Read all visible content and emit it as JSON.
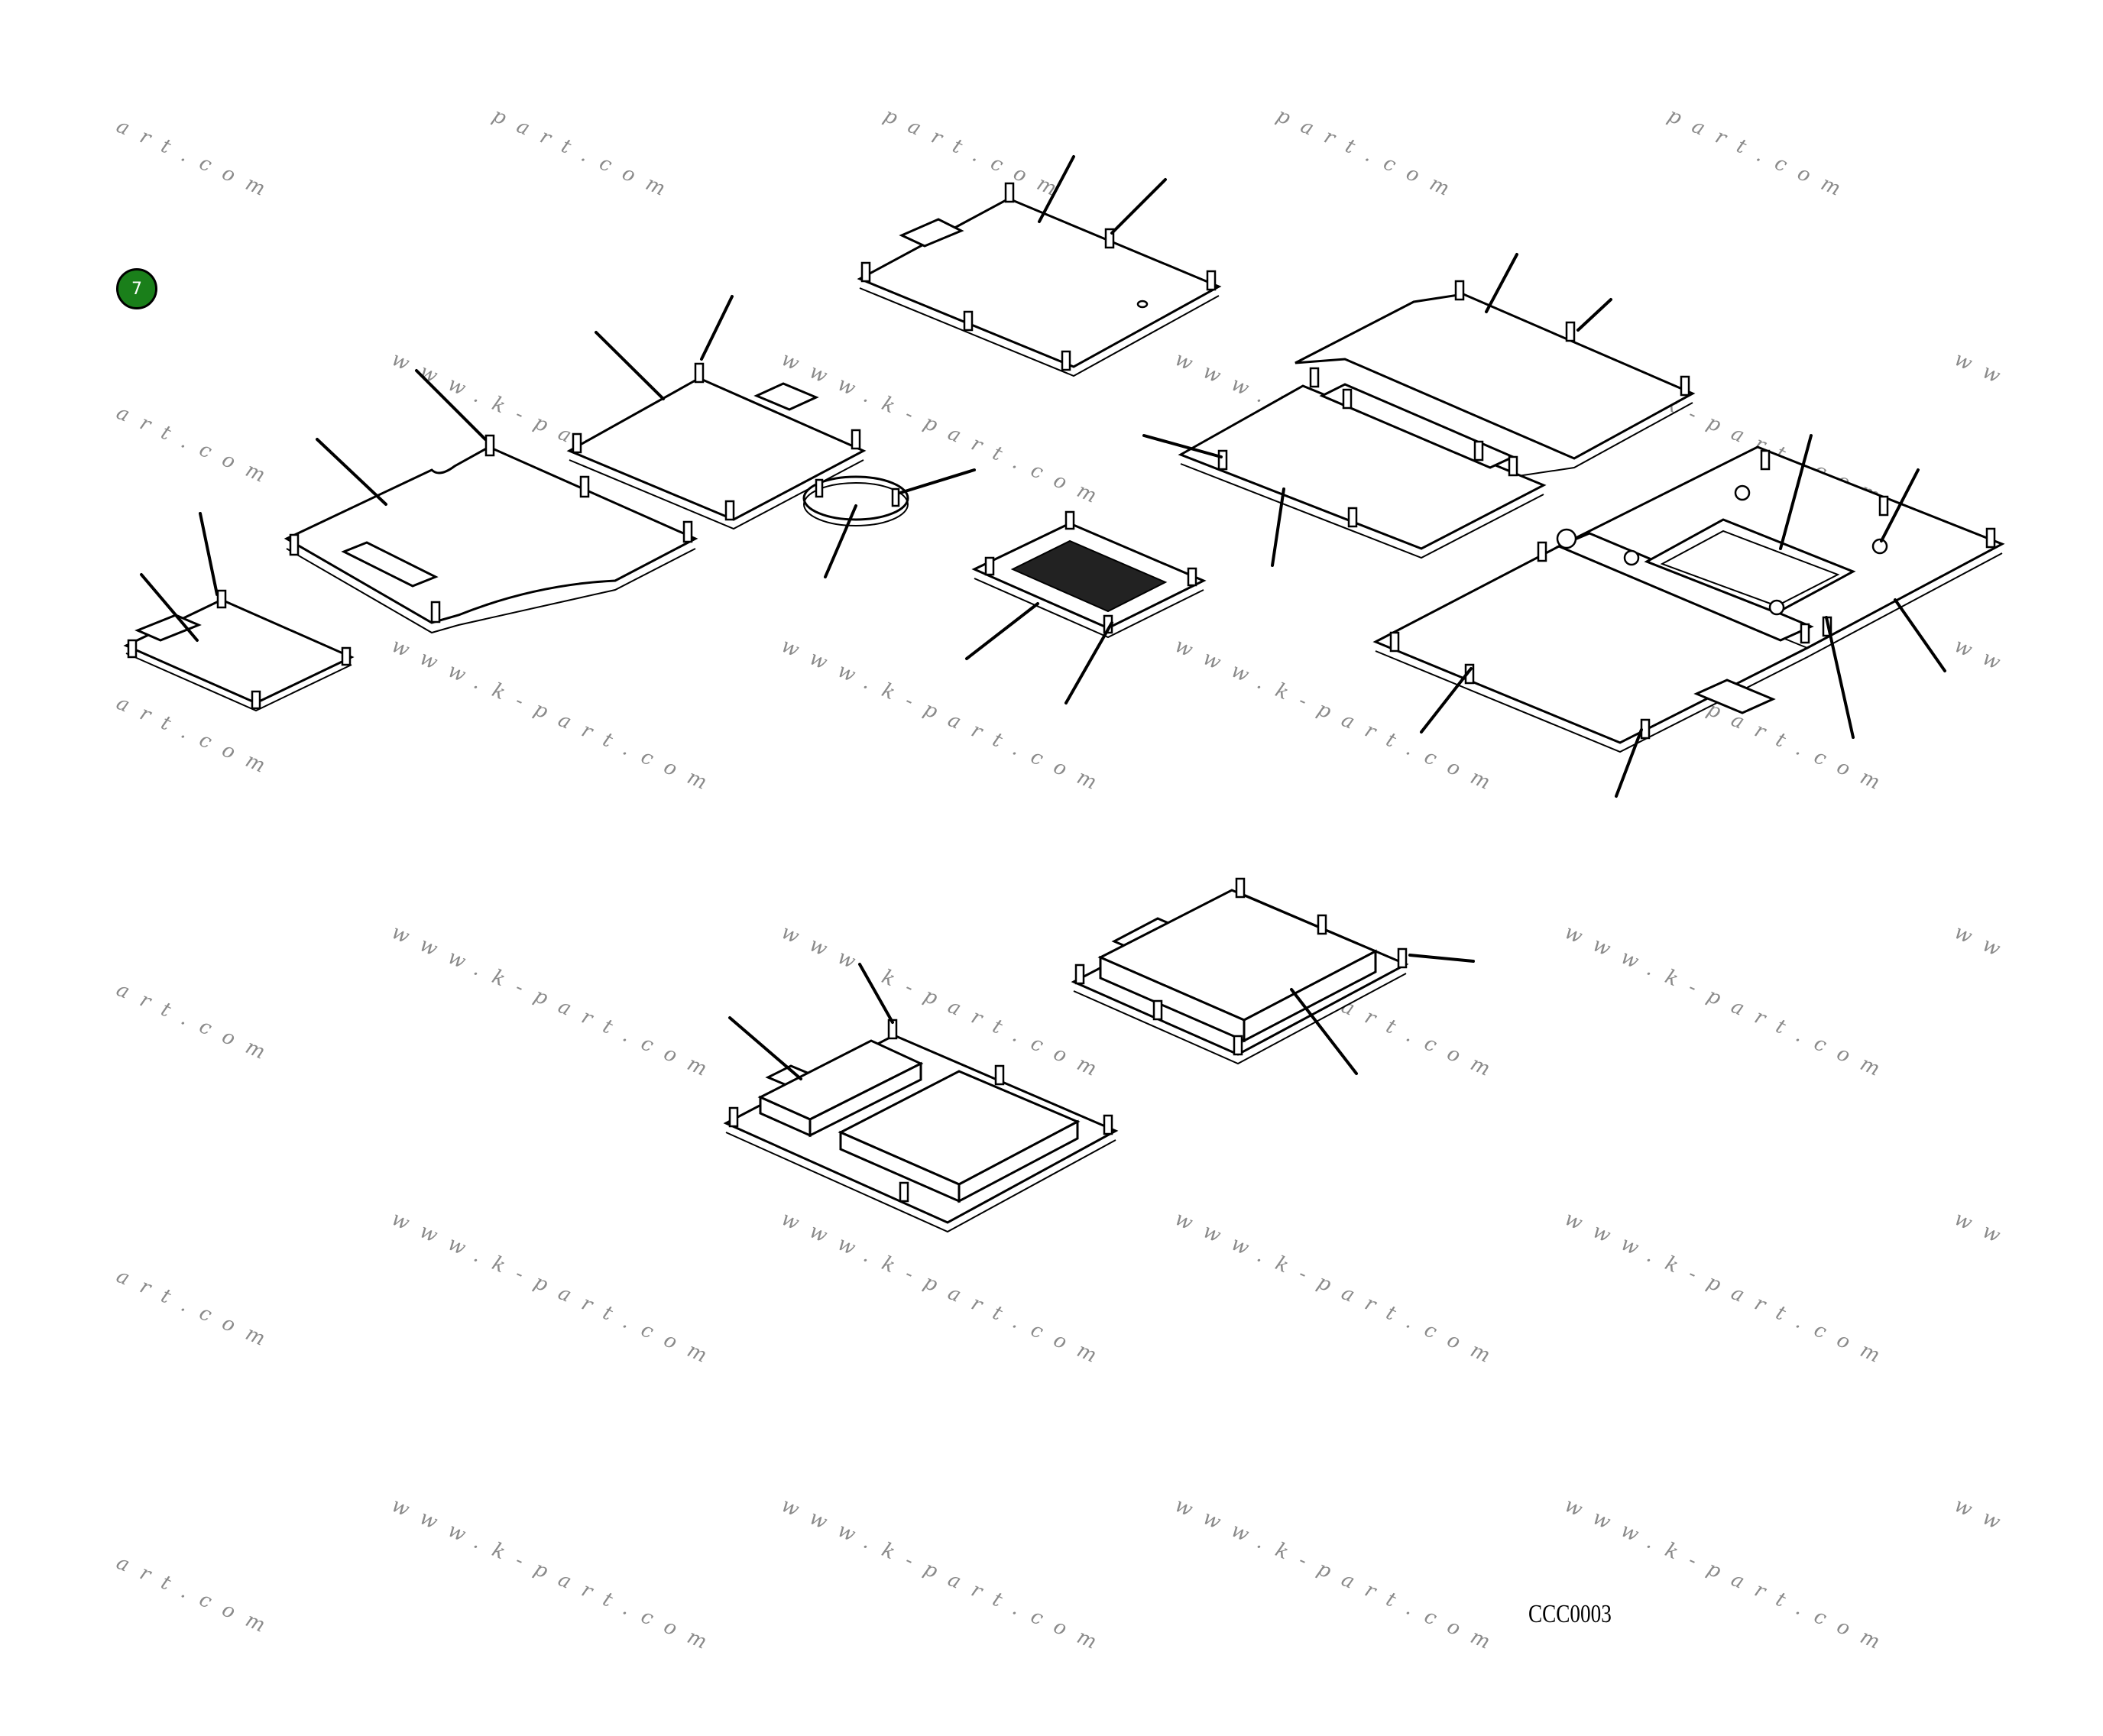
{
  "watermark": {
    "short": "art.com",
    "medium": "part.com",
    "full": "www.k-part.com",
    "clip": "ww."
  },
  "badge": {
    "label": "7",
    "color": "#1a7f1a"
  },
  "drawing_code": "CCC0003"
}
